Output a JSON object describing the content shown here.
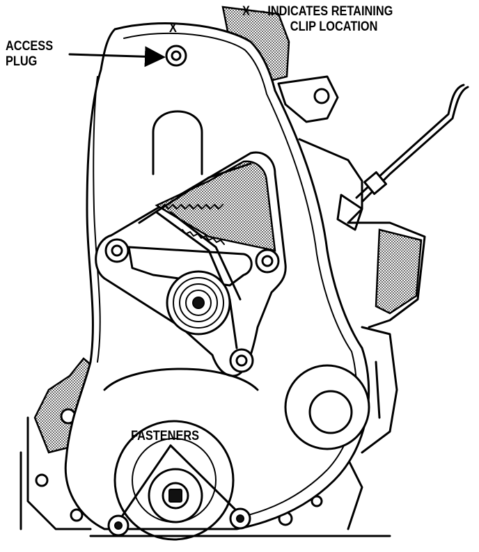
{
  "diagram": {
    "labels": {
      "access_plug": [
        "ACCESS",
        "PLUG"
      ],
      "retaining_clip": [
        "X — INDICATES RETAINING",
        "CLIP LOCATION"
      ],
      "fasteners": "FASTENERS",
      "clip_marker": "X"
    },
    "icons": {
      "engine": "engine-timing-cover-drawing",
      "arrow": "leader-arrow"
    },
    "colors": {
      "ink": "#000000",
      "paper": "#ffffff"
    }
  }
}
